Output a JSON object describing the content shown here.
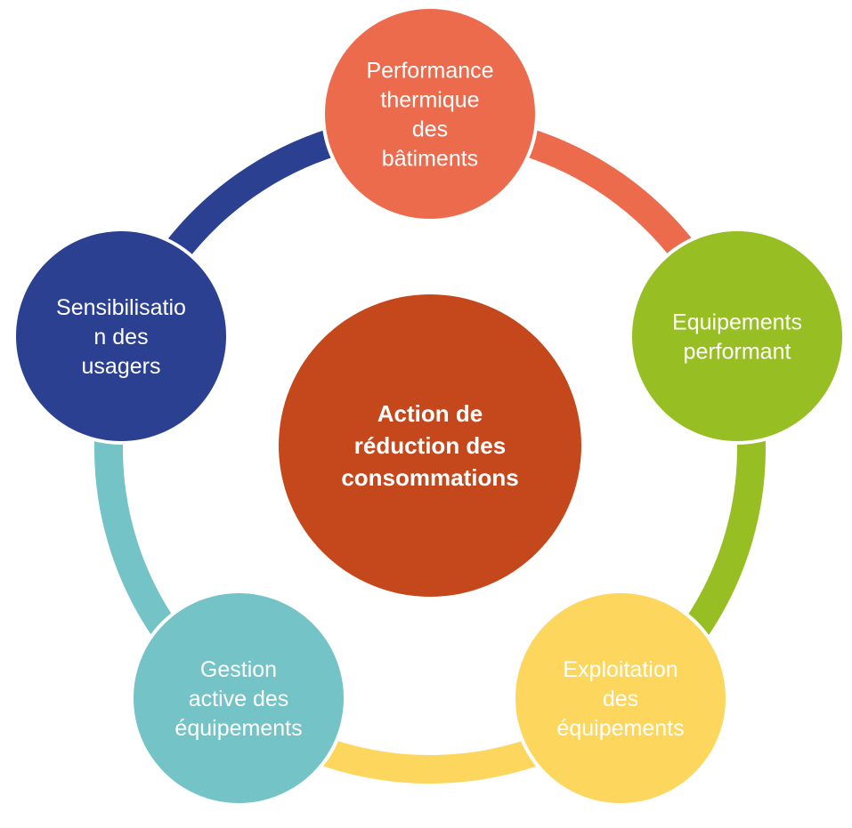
{
  "diagram": {
    "center": {
      "lines": [
        "Action de",
        "réduction des",
        "consommations"
      ],
      "color": "#C5471C"
    },
    "nodes": [
      {
        "id": "performance-thermique",
        "lines": [
          "Performance",
          "thermique",
          "des",
          "bâtiments"
        ],
        "color": "#EC6B4D"
      },
      {
        "id": "equipements-performant",
        "lines": [
          "Equipements",
          "performant"
        ],
        "color": "#97BF23"
      },
      {
        "id": "exploitation-equipements",
        "lines": [
          "Exploitation",
          "des",
          "équipements"
        ],
        "color": "#FDD65E"
      },
      {
        "id": "gestion-active",
        "lines": [
          "Gestion",
          "active des",
          "équipements"
        ],
        "color": "#74C3C7"
      },
      {
        "id": "sensibilisation-usagers",
        "lines": [
          "Sensibilisatio",
          "n des",
          "usagers"
        ],
        "color": "#2B4091"
      }
    ]
  }
}
